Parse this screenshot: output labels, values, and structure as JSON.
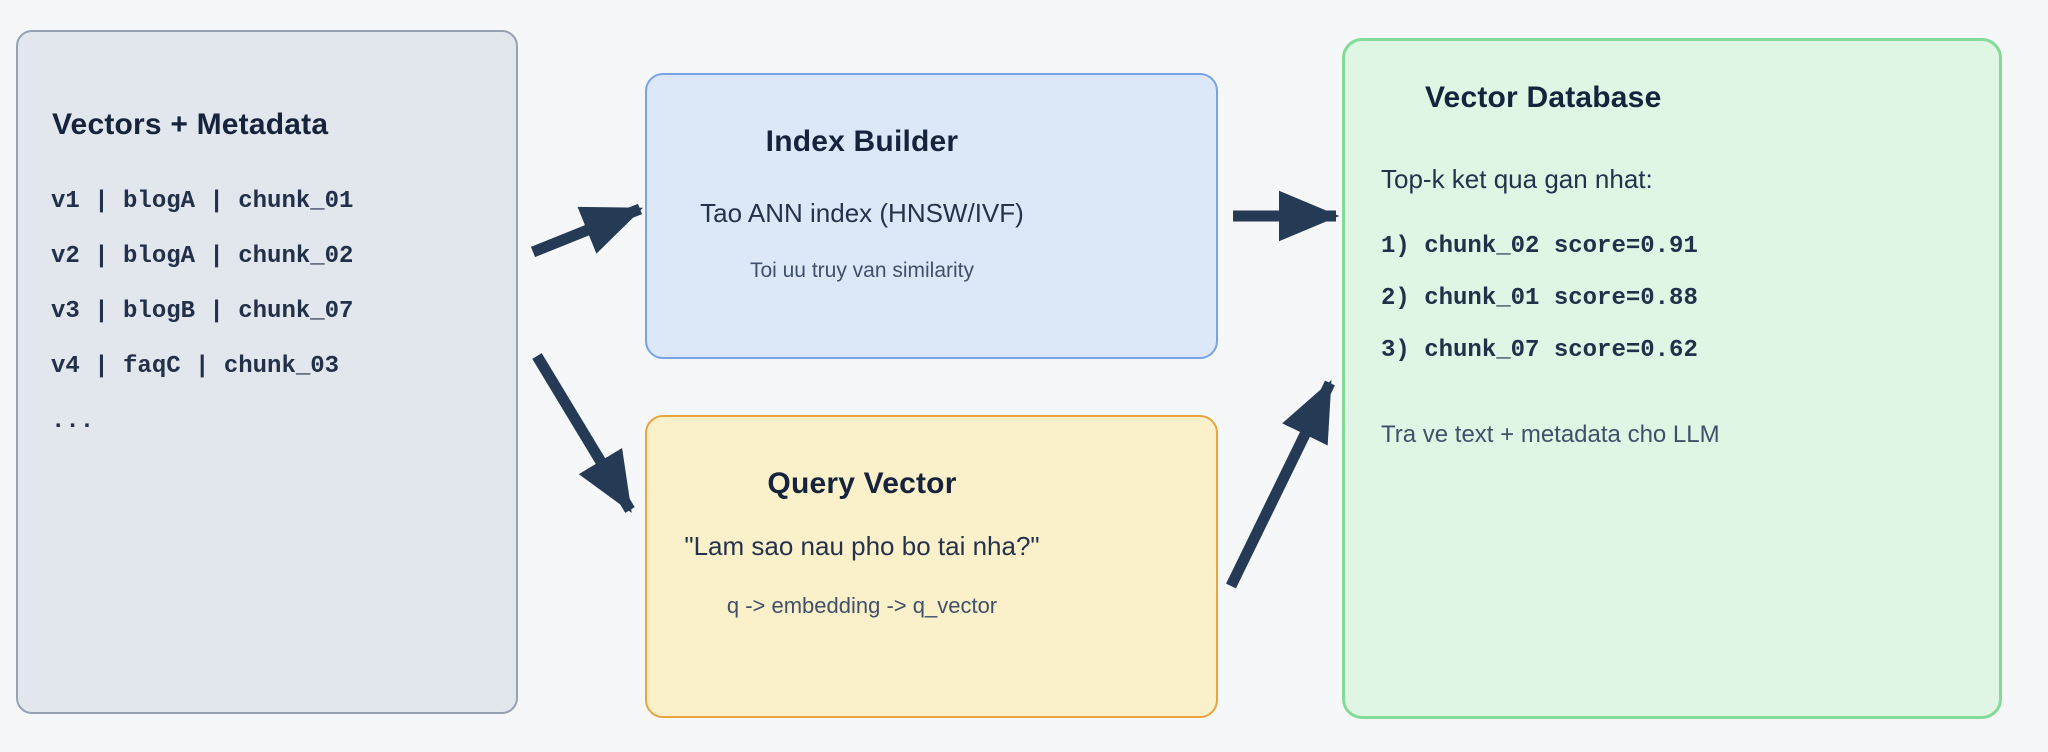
{
  "canvas": {
    "background_color": "#f6f7f9",
    "arrow_color": "#253a54"
  },
  "nodes": {
    "vectors_metadata": {
      "title": "Vectors + Metadata",
      "rows": [
        "v1 | blogA | chunk_01",
        "v2 | blogA | chunk_02",
        "v3 | blogB | chunk_07",
        "v4 | faqC | chunk_03",
        "..."
      ],
      "fill": "#e2e6ed",
      "border": "#96a2b4"
    },
    "index_builder": {
      "title": "Index Builder",
      "line1": "Tao ANN index (HNSW/IVF)",
      "line2": "Toi uu truy van similarity",
      "fill": "#dce7f8",
      "border": "#78a3e6"
    },
    "query_vector": {
      "title": "Query Vector",
      "line1": "\"Lam sao nau pho bo tai nha?\"",
      "line2": "q -> embedding -> q_vector",
      "fill": "#faf1ca",
      "border": "#e9a43e"
    },
    "vector_database": {
      "title": "Vector Database",
      "intro": "Top-k ket qua gan nhat:",
      "results": [
        "1) chunk_02 score=0.91",
        "2) chunk_01 score=0.88",
        "3) chunk_07 score=0.62"
      ],
      "footer": "Tra ve text + metadata cho LLM",
      "fill": "#dff6e5",
      "border": "#84da97"
    }
  },
  "arrows": [
    {
      "name": "vectors-to-index-builder"
    },
    {
      "name": "vectors-to-query-vector"
    },
    {
      "name": "index-builder-to-database"
    },
    {
      "name": "query-vector-to-database"
    }
  ]
}
